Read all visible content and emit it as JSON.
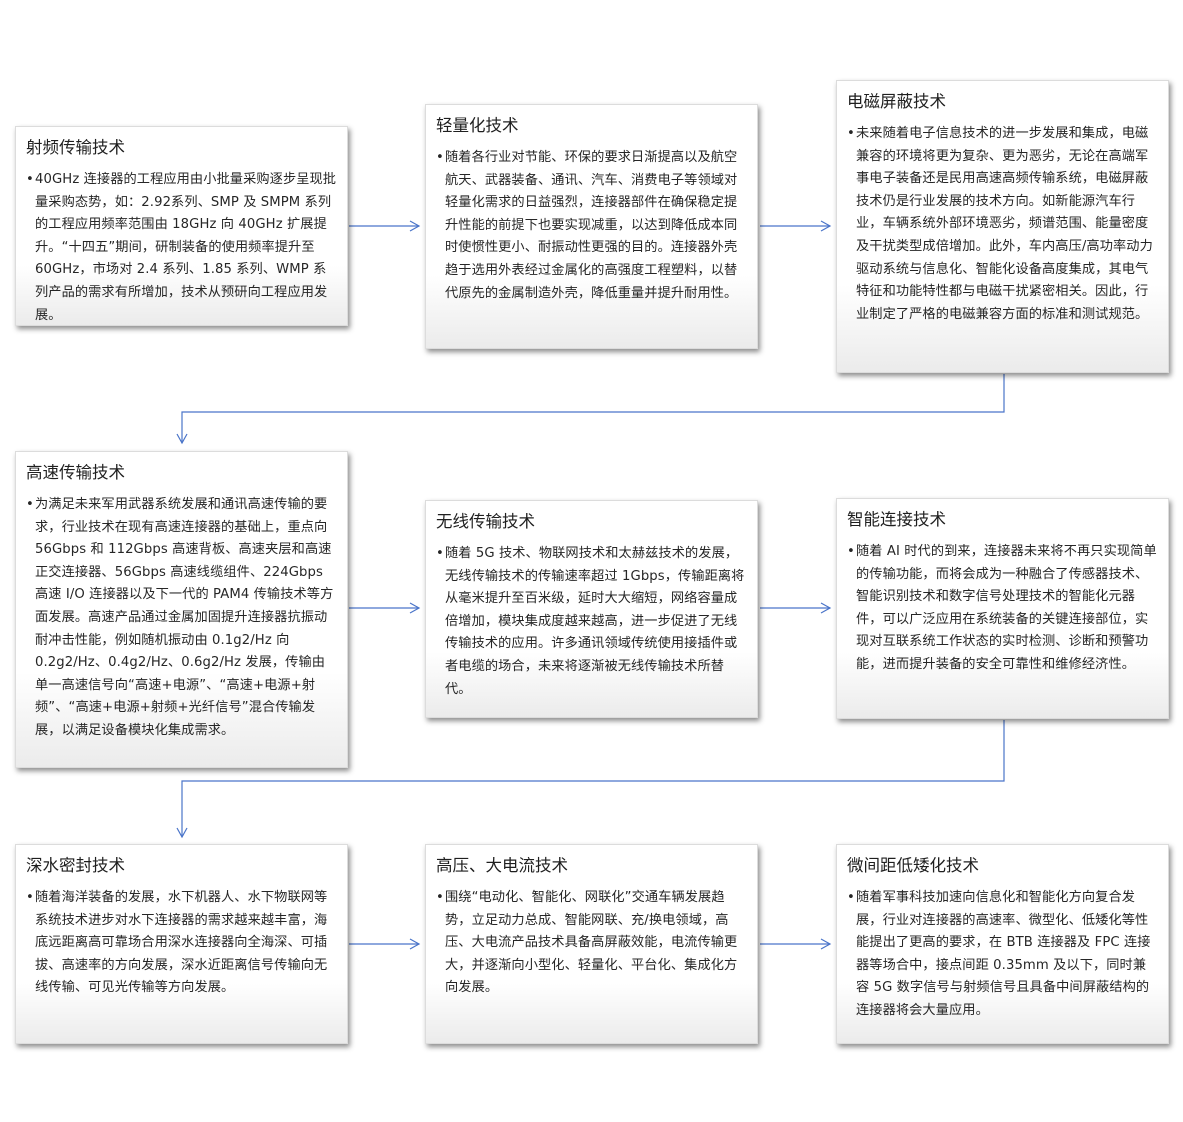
{
  "boxes": [
    {
      "title": "射频传输技术",
      "text": "40GHz 连接器的工程应用由小批量采购逐步呈现批量采购态势，如：2.92系列、SMP 及 SMPM 系列的工程应用频率范围由 18GHz 向 40GHz 扩展提升。“十四五”期间，研制装备的使用频率提升至 60GHz，市场对 2.4 系列、1.85 系列、WMP 系列产品的需求有所增加，技术从预研向工程应用发展。"
    },
    {
      "title": "轻量化技术",
      "text": "随着各行业对节能、环保的要求日渐提高以及航空航天、武器装备、通讯、汽车、消费电子等领域对轻量化需求的日益强烈，连接器部件在确保稳定提升性能的前提下也要实现减重，以达到降低成本同时使惯性更小、耐振动性更强的目的。连接器外壳趋于选用外表经过金属化的高强度工程塑料，以替代原先的金属制造外壳，降低重量并提升耐用性。"
    },
    {
      "title": "电磁屏蔽技术",
      "text": "未来随着电子信息技术的进一步发展和集成，电磁兼容的环境将更为复杂、更为恶劣，无论在高端军事电子装备还是民用高速高频传输系统，电磁屏蔽技术仍是行业发展的技术方向。如新能源汽车行业，车辆系统外部环境恶劣，频谱范围、能量密度及干扰类型成倍增加。此外，车内高压/高功率动力驱动系统与信息化、智能化设备高度集成，其电气特征和功能特性都与电磁干扰紧密相关。因此，行业制定了严格的电磁兼容方面的标准和测试规范。"
    },
    {
      "title": "高速传输技术",
      "text": "为满足未来军用武器系统发展和通讯高速传输的要求，行业技术在现有高速连接器的基础上，重点向 56Gbps 和 112Gbps 高速背板、高速夹层和高速正交连接器、56Gbps 高速线缆组件、224Gbps 高速 I/O 连接器以及下一代的 PAM4 传输技术等方面发展。高速产品通过金属加固提升连接器抗振动耐冲击性能，例如随机振动由 0.1g2/Hz 向 0.2g2/Hz、0.4g2/Hz、0.6g2/Hz 发展，传输由单一高速信号向“高速+电源”、“高速+电源+射频”、“高速+电源+射频+光纤信号”混合传输发展，以满足设备模块化集成需求。"
    },
    {
      "title": "无线传输技术",
      "text": "随着 5G 技术、物联网技术和太赫兹技术的发展，无线传输技术的传输速率超过 1Gbps，传输距离将从毫米提升至百米级，延时大大缩短，网络容量成倍增加，模块集成度越来越高，进一步促进了无线传输技术的应用。许多通讯领域传统使用接插件或者电缆的场合，未来将逐渐被无线传输技术所替代。"
    },
    {
      "title": "智能连接技术",
      "text": "随着 AI 时代的到来，连接器未来将不再只实现简单的传输功能，而将会成为一种融合了传感器技术、智能识别技术和数字信号处理技术的智能化元器件，可以广泛应用在系统装备的关键连接部位，实现对互联系统工作状态的实时检测、诊断和预警功能，进而提升装备的安全可靠性和维修经济性。"
    },
    {
      "title": "深水密封技术",
      "text": "随着海洋装备的发展，水下机器人、水下物联网等系统技术进步对水下连接器的需求越来越丰富，海底远距离高可靠场合用深水连接器向全海深、可插拔、高速率的方向发展，深水近距离信号传输向无线传输、可见光传输等方向发展。"
    },
    {
      "title": "高压、大电流技术",
      "text": "围绕“电动化、智能化、网联化”交通车辆发展趋势，立足动力总成、智能网联、充/换电领域，高压、大电流产品技术具备高屏蔽效能，电流传输更大，并逐渐向小型化、轻量化、平台化、集成化方向发展。"
    },
    {
      "title": "微间距低矮化技术",
      "text": "随着军事科技加速向信息化和智能化方向复合发展，行业对连接器的高速率、微型化、低矮化等性能提出了更高的要求，在 BTB 连接器及 FPC 连接器等场合中，接点间距 0.35mm 及以下，同时兼容 5G 数字信号与射频信号且具备中间屏蔽结构的连接器将会大量应用。"
    }
  ],
  "colors": {
    "connector": "#4a74c9",
    "text": "#262626"
  }
}
